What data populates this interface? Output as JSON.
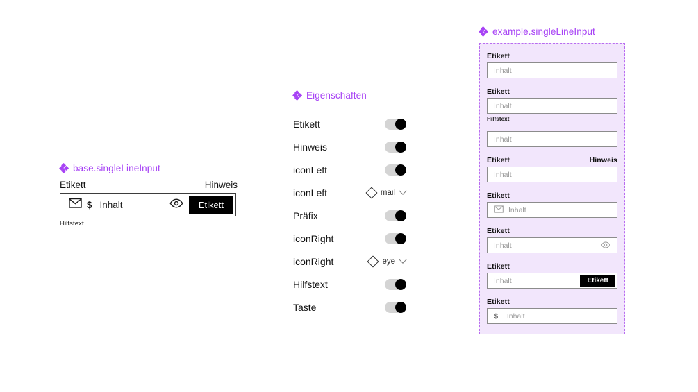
{
  "colors": {
    "accent_purple": "#a742f5",
    "frame_dashed_border": "#b86cf0",
    "frame_background": "#f2e6fc",
    "field_border_dark": "#3d3d3d",
    "field_border_grey": "#8c8c8c",
    "button_background": "#000000",
    "toggle_track": "#d4d4d4",
    "toggle_knob": "#000000",
    "placeholder_grey": "#9b9b9b",
    "page_background": "#ffffff"
  },
  "base": {
    "heading": "base.singleLineInput",
    "icon": "figma-component-icon",
    "label": "Etikett",
    "hint": "Hinweis",
    "left_icon": "mail-icon",
    "prefix": "$",
    "placeholder": "Inhalt",
    "right_icon": "eye-icon",
    "button_label": "Etikett",
    "help_text": "Hilfstext"
  },
  "properties": {
    "heading": "Eigenschaften",
    "icon": "figma-component-icon",
    "rows": [
      {
        "label": "Etikett",
        "control": "toggle",
        "value": "on"
      },
      {
        "label": "Hinweis",
        "control": "toggle",
        "value": "on"
      },
      {
        "label": "iconLeft",
        "control": "toggle",
        "value": "on"
      },
      {
        "label": "iconLeft",
        "control": "select",
        "value": "mail",
        "icon": "rhombus-icon",
        "chevron": "chevron-down-icon"
      },
      {
        "label": "Präfix",
        "control": "toggle",
        "value": "on"
      },
      {
        "label": "iconRight",
        "control": "toggle",
        "value": "on"
      },
      {
        "label": "iconRight",
        "control": "select",
        "value": "eye",
        "icon": "rhombus-icon",
        "chevron": "chevron-down-icon"
      },
      {
        "label": "Hilfstext",
        "control": "toggle",
        "value": "on"
      },
      {
        "label": "Taste",
        "control": "toggle",
        "value": "on"
      }
    ]
  },
  "example": {
    "heading": "example.singleLineInput",
    "icon": "figma-component-icon",
    "items": [
      {
        "label": "Etikett",
        "hint": "",
        "placeholder": "Inhalt",
        "help": ""
      },
      {
        "label": "Etikett",
        "hint": "",
        "placeholder": "Inhalt",
        "help": "Hilfstext"
      },
      {
        "label": "",
        "hint": "",
        "placeholder": "Inhalt",
        "help": ""
      },
      {
        "label": "Etikett",
        "hint": "Hinweis",
        "placeholder": "Inhalt",
        "help": ""
      },
      {
        "label": "Etikett",
        "hint": "",
        "placeholder": "Inhalt",
        "help": "",
        "left_icon": "mail-icon"
      },
      {
        "label": "Etikett",
        "hint": "",
        "placeholder": "Inhalt",
        "help": "",
        "right_icon": "eye-icon"
      },
      {
        "label": "Etikett",
        "hint": "",
        "placeholder": "Inhalt",
        "help": "",
        "button_label": "Etikett"
      },
      {
        "label": "Etikett",
        "hint": "",
        "placeholder": "Inhalt",
        "help": "",
        "prefix": "$"
      }
    ]
  }
}
